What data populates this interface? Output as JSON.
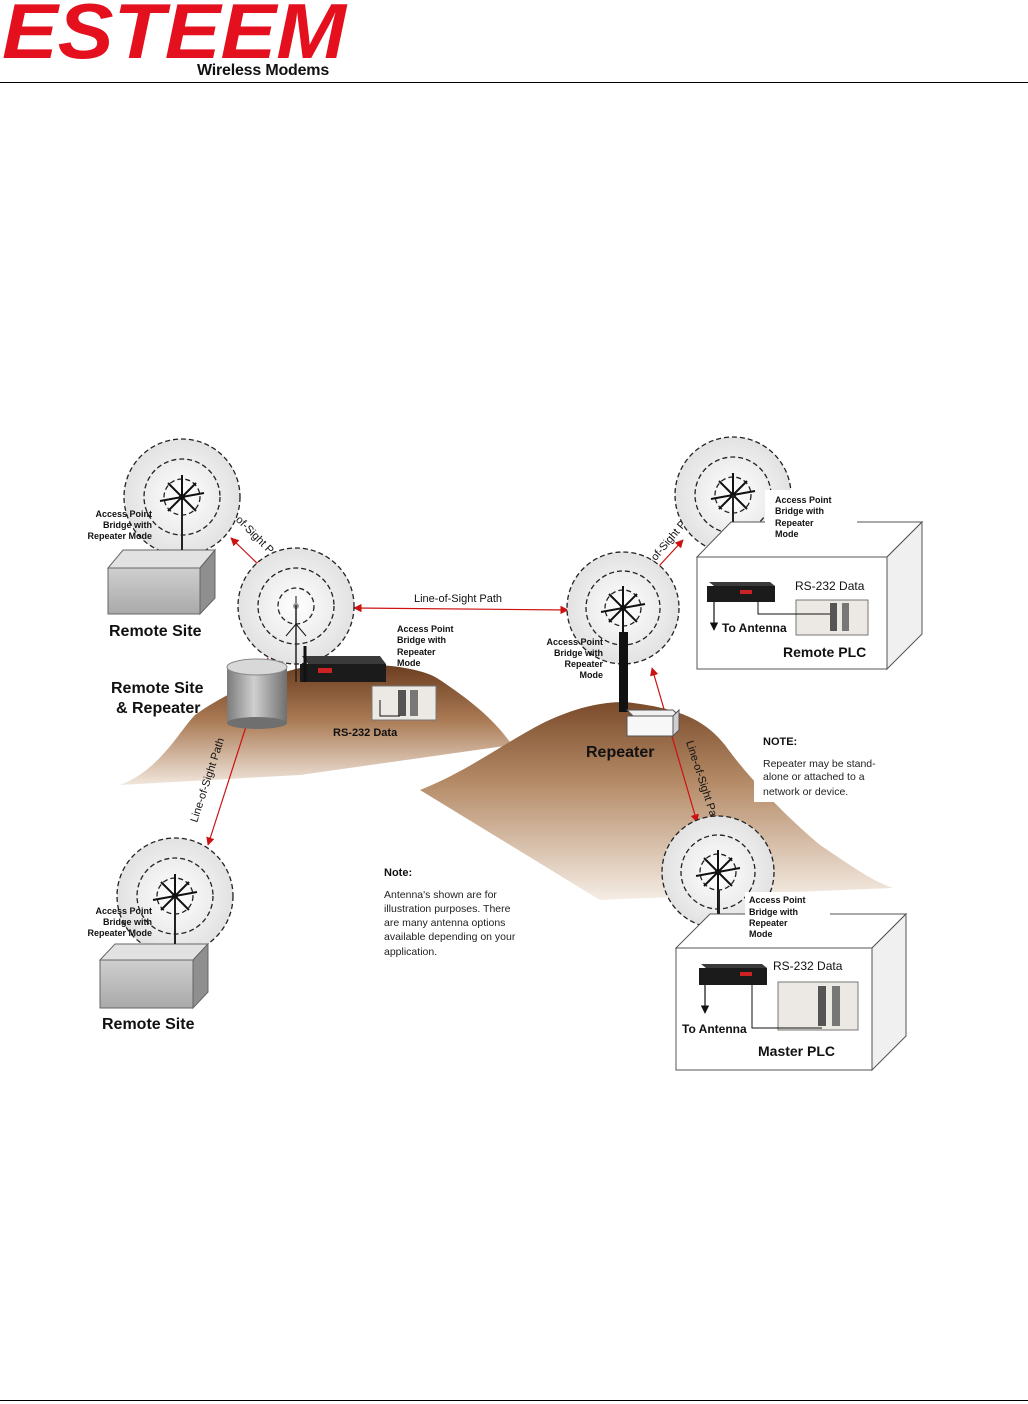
{
  "header": {
    "logo": "ESTEEM",
    "tagline": "Wireless Modems"
  },
  "diagram": {
    "path_label": "Line-of-Sight Path",
    "ap_label": [
      "Access Point",
      "Bridge with",
      "Repeater Mode"
    ],
    "ap_label_4": [
      "Access Point",
      "Bridge with",
      "Repeater",
      "Mode"
    ],
    "sites": {
      "remote_site_top": "Remote Site",
      "remote_site_bottom": "Remote Site",
      "remote_repeater": [
        "Remote Site",
        "& Repeater"
      ],
      "repeater": "Repeater",
      "remote_plc": "Remote PLC",
      "master_plc": "Master PLC"
    },
    "rs232": "RS-232 Data",
    "to_antenna": "To Antenna",
    "note_right_title": "NOTE:",
    "note_right_lines": [
      "Repeater may be stand-",
      "alone or attached to a",
      "network or device."
    ],
    "note_center_title": "Note:",
    "note_center_lines": [
      "Antenna's shown are for",
      "illustration purposes.  There",
      "are many antenna options",
      "available depending on your",
      "application."
    ]
  },
  "colors": {
    "brand_red": "#e4101e",
    "path_red": "#cc1111",
    "hill": "#8a5a36"
  }
}
